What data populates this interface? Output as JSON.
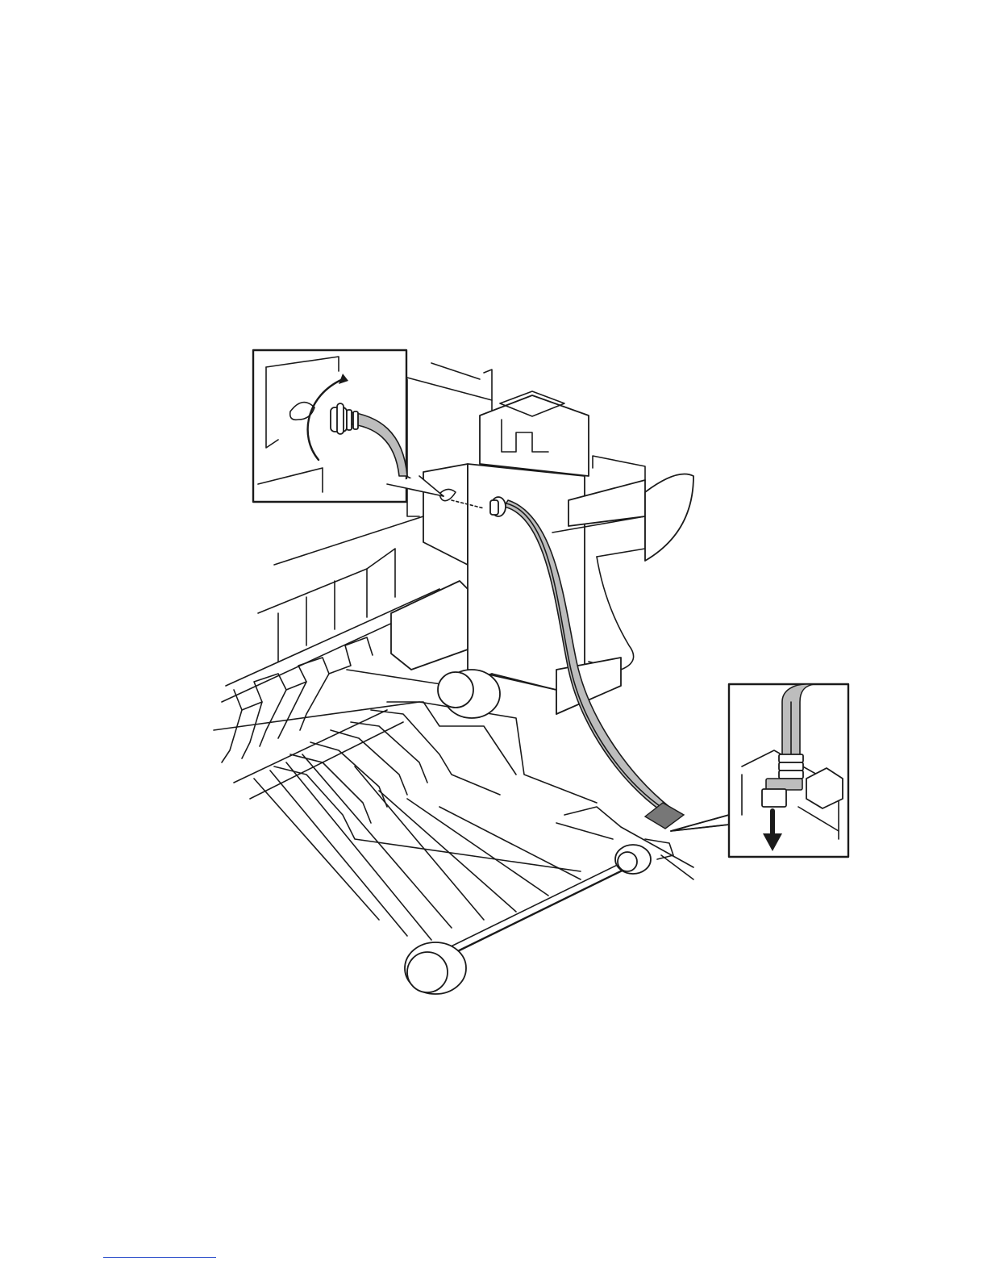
{
  "figure": {
    "illustration_name": "ribbon-cable-routing-diagram",
    "callouts": [
      {
        "name": "callout-clip-rotate",
        "description_icon": "rotate-arrow-icon"
      },
      {
        "name": "callout-connector-pull-down",
        "description_icon": "down-arrow-icon"
      }
    ]
  },
  "colors": {
    "line": "#1a1a1a",
    "cable_fill": "#bdbdbd",
    "background": "#ffffff",
    "footer_rule": "#3355cc"
  }
}
